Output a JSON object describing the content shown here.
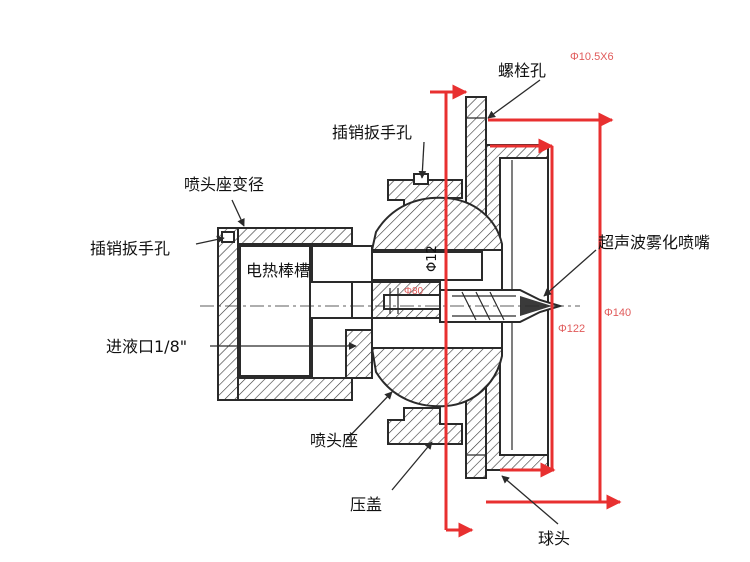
{
  "labels": {
    "bolt_hole": "螺栓孔",
    "pin_wrench_hole_top": "插销扳手孔",
    "nozzle_seat_reducer": "喷头座变径",
    "pin_wrench_hole_left": "插销扳手孔",
    "heater_slot": "电热棒槽",
    "inlet": "进液口1/8\"",
    "ultrasonic_nozzle": "超声波雾化喷嘴",
    "nozzle_seat": "喷头座",
    "gland": "压盖",
    "ball_head": "球头"
  },
  "dimensions": {
    "bolt_spec": "Φ10.5X6",
    "dia_140": "Φ140",
    "dia_122": "Φ122",
    "dia_80": "Φ80",
    "dia_12": "Φ12"
  },
  "colors": {
    "dimension": "#e05a5a",
    "arrow": "#e83030",
    "line": "#2a2a2a"
  }
}
